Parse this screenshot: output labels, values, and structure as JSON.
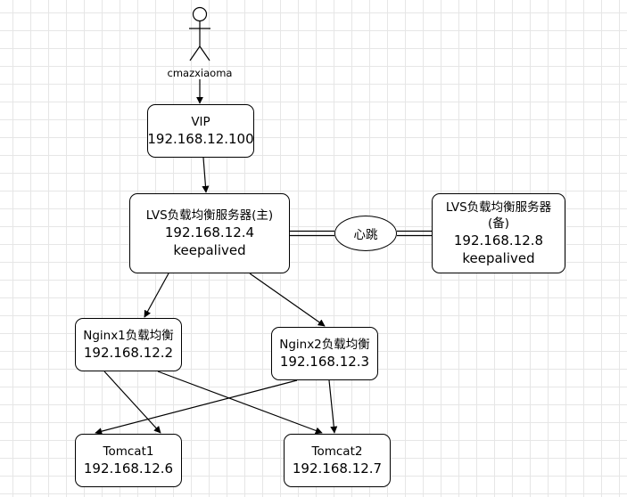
{
  "actor": {
    "label": "cmazxiaoma"
  },
  "vip": {
    "line1": "VIP",
    "line2": "192.168.12.100"
  },
  "lvs_master": {
    "line1": "LVS负载均衡服务器(主)",
    "line2": "192.168.12.4",
    "line3": "keepalived"
  },
  "heartbeat": {
    "label": "心跳"
  },
  "lvs_backup": {
    "line1a": "LVS负载均衡服务器",
    "line1b": "(备)",
    "line2": "192.168.12.8",
    "line3": "keepalived"
  },
  "nginx1": {
    "line1": "Nginx1负载均衡",
    "line2": "192.168.12.2"
  },
  "nginx2": {
    "line1": "Nginx2负载均衡",
    "line2": "192.168.12.3"
  },
  "tomcat1": {
    "line1": "Tomcat1",
    "line2": "192.168.12.6"
  },
  "tomcat2": {
    "line1": "Tomcat2",
    "line2": "192.168.12.7"
  }
}
